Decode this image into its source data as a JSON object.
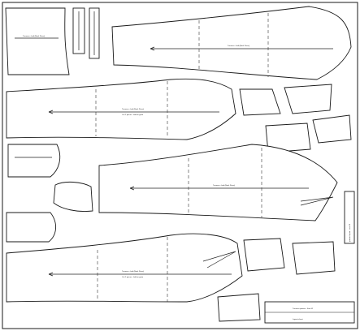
{
  "sheet": {
    "piece_label_main": "Trousers - belt (Back Piece)",
    "piece_label_sub": "Cut 2 pieces - fold on grain"
  },
  "title_block": {
    "line1": "Trousers pattern - Size 52",
    "line2": "Layout sheet"
  },
  "vertical_strip": {
    "text": "pattern layout - size 52"
  },
  "colors": {
    "outline": "#1a1a1a",
    "paper": "#ffffff"
  }
}
